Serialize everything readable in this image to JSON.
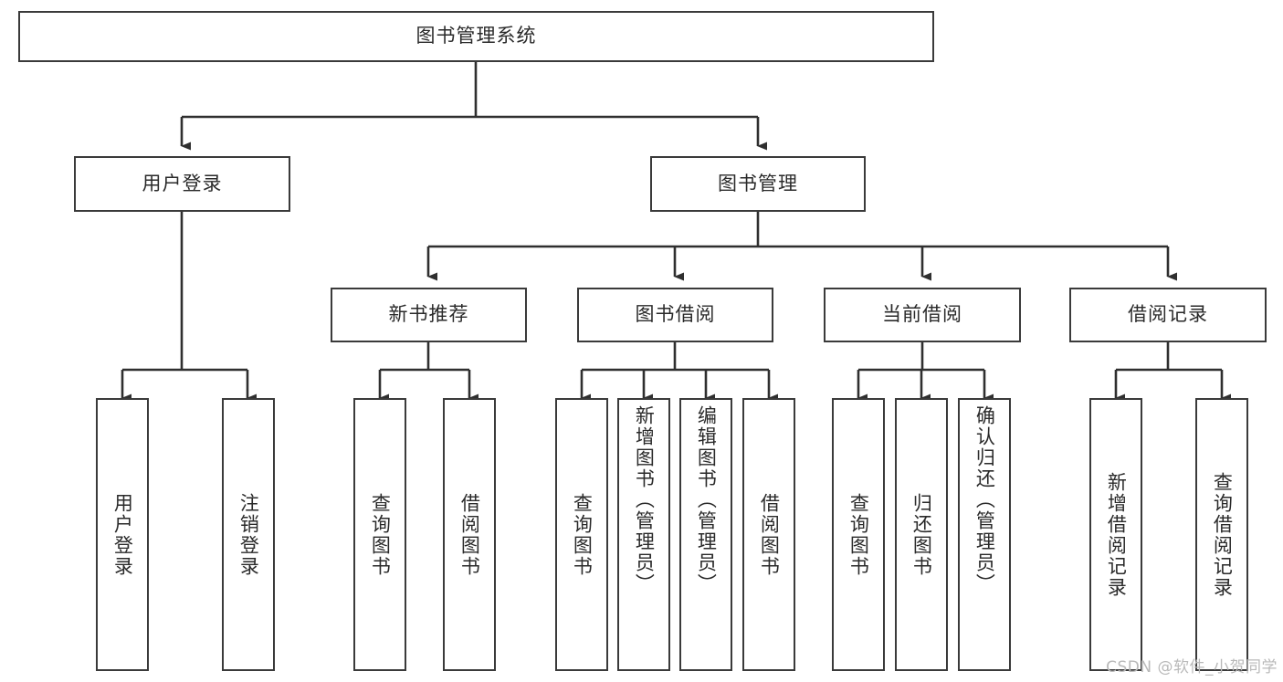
{
  "diagram": {
    "type": "tree-hierarchy",
    "title": "图书管理系统",
    "watermark": "CSDN @软件_小贺同学",
    "colors": {
      "box_border": "#3a3a3a",
      "box_fill": "#ffffff",
      "connector": "#2f2f2f",
      "text": "#2a2a2a",
      "watermark": "#b9b9b9"
    },
    "nodes": {
      "root": {
        "label": "图书管理系统",
        "level": 0,
        "orientation": "horizontal"
      },
      "l1": [
        {
          "id": "user-login",
          "label": "用户登录",
          "orientation": "horizontal"
        },
        {
          "id": "book-manage",
          "label": "图书管理",
          "orientation": "horizontal"
        }
      ],
      "l2": [
        {
          "id": "new-book-recommend",
          "label": "新书推荐",
          "orientation": "horizontal",
          "parent": "book-manage"
        },
        {
          "id": "book-borrow",
          "label": "图书借阅",
          "orientation": "horizontal",
          "parent": "book-manage"
        },
        {
          "id": "current-borrow",
          "label": "当前借阅",
          "orientation": "horizontal",
          "parent": "book-manage"
        },
        {
          "id": "borrow-record",
          "label": "借阅记录",
          "orientation": "horizontal",
          "parent": "book-manage"
        }
      ],
      "leaves": [
        {
          "id": "leaf-user-login",
          "label": "用户登录",
          "parent": "user-login",
          "orientation": "vertical"
        },
        {
          "id": "leaf-logout",
          "label": "注销登录",
          "parent": "user-login",
          "orientation": "vertical"
        },
        {
          "id": "leaf-query-book-1",
          "label": "查询图书",
          "parent": "new-book-recommend",
          "orientation": "vertical"
        },
        {
          "id": "leaf-borrow-book-1",
          "label": "借阅图书",
          "parent": "new-book-recommend",
          "orientation": "vertical"
        },
        {
          "id": "leaf-query-book-2",
          "label": "查询图书",
          "parent": "book-borrow",
          "orientation": "vertical"
        },
        {
          "id": "leaf-add-book",
          "label": "新增图书（管理员）",
          "parent": "book-borrow",
          "orientation": "vertical"
        },
        {
          "id": "leaf-edit-book",
          "label": "编辑图书（管理员）",
          "parent": "book-borrow",
          "orientation": "vertical"
        },
        {
          "id": "leaf-borrow-book-2",
          "label": "借阅图书",
          "parent": "book-borrow",
          "orientation": "vertical"
        },
        {
          "id": "leaf-query-book-3",
          "label": "查询图书",
          "parent": "current-borrow",
          "orientation": "vertical"
        },
        {
          "id": "leaf-return-book",
          "label": "归还图书",
          "parent": "current-borrow",
          "orientation": "vertical"
        },
        {
          "id": "leaf-confirm-return",
          "label": "确认归还（管理员）",
          "parent": "current-borrow",
          "orientation": "vertical"
        },
        {
          "id": "leaf-add-record",
          "label": "新增借阅记录",
          "parent": "borrow-record",
          "orientation": "vertical"
        },
        {
          "id": "leaf-query-record",
          "label": "查询借阅记录",
          "parent": "borrow-record",
          "orientation": "vertical"
        }
      ]
    }
  }
}
